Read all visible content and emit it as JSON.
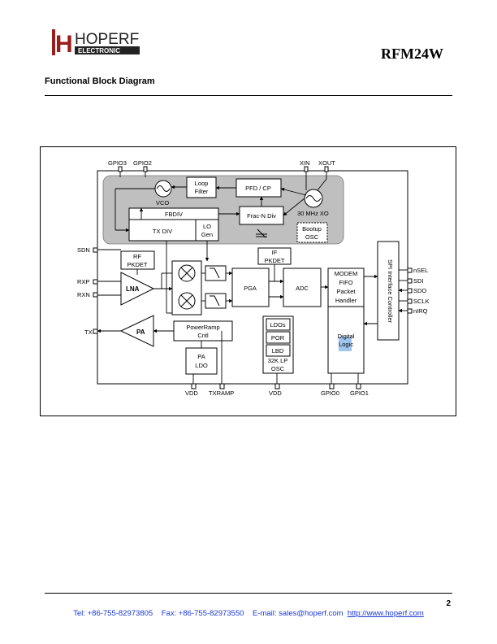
{
  "header": {
    "logo_text": "HOPERF",
    "logo_subtext": "ELECTRONIC",
    "doc_title": "RFM24W"
  },
  "section_title": "Functional Block Diagram",
  "diagram": {
    "pins_top": [
      "GPIO3",
      "GPIO2",
      "XIN",
      "XOUT"
    ],
    "pins_left": [
      "SDN",
      "RXP",
      "RXN",
      "TX"
    ],
    "pins_right": [
      "nSEL",
      "SDI",
      "SDO",
      "SCLK",
      "nIRQ"
    ],
    "pins_bottom": [
      "VDD",
      "TXRAMP",
      "VDD",
      "GPIO0",
      "GPIO1"
    ],
    "blocks": {
      "vco": "VCO",
      "loop_filter": [
        "Loop",
        "Filter"
      ],
      "pfd_cp": "PFD / CP",
      "fbdiv": "FBDIV",
      "frac_n_div": "Frac-N Div",
      "tx_div": "TX DIV",
      "lo_gen": [
        "LO",
        "Gen"
      ],
      "xo": "30 MHz XO",
      "bootup_osc": [
        "Bootup",
        "OSC"
      ],
      "rf_pkdet": [
        "RF",
        "PKDET"
      ],
      "if_pkdet": [
        "IF",
        "PKDET"
      ],
      "lna": "LNA",
      "pa": "PA",
      "pga": "PGA",
      "adc": "ADC",
      "modem": [
        "MODEM",
        "FIFO",
        "Packet",
        "Handler"
      ],
      "digital_logic": [
        "Digital",
        "Logic"
      ],
      "spi": "SPI Interface Controller",
      "power_ramp": [
        "PowerRamp",
        "Cntl"
      ],
      "pa_ldo": [
        "PA",
        "LDO"
      ],
      "ldos": "LDOs",
      "por": "POR",
      "lbd": "LBD",
      "lp_osc": [
        "32K LP",
        "OSC"
      ]
    }
  },
  "footer": {
    "page_number": "2",
    "tel": "Tel: +86-755-82973805",
    "fax": "Fax: +86-755-82973550",
    "email": "E-mail: sales@hoperf.com",
    "url": "http://www.hoperf.com"
  }
}
